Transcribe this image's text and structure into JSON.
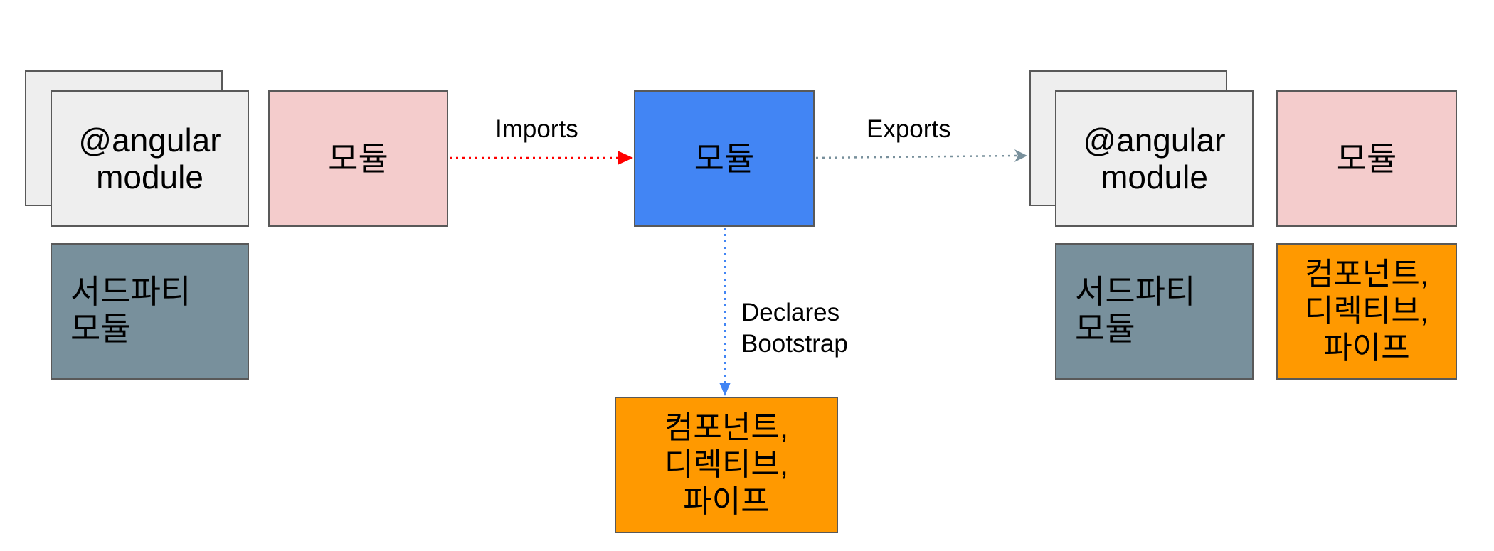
{
  "colors": {
    "angular_fill": "#eeeeee",
    "module_fill": "#f4cccc",
    "main_module_fill": "#4285f4",
    "third_party_fill": "#78909c",
    "component_fill": "#ff9900",
    "border": "#595959",
    "imports_arrow": "#ff0000",
    "exports_arrow": "#78909c",
    "declares_arrow": "#4285f4"
  },
  "diagram": {
    "left": {
      "angular_module": "@angular\nmodule",
      "third_party_module": "서드파티\n모듈",
      "module": "모듈"
    },
    "center": {
      "main_module": "모듈",
      "components": "컴포넌트,\n디렉티브,\n파이프"
    },
    "right": {
      "angular_module": "@angular\nmodule",
      "third_party_module": "서드파티\n모듈",
      "module": "모듈",
      "components": "컴포넌트,\n디렉티브,\n파이프"
    },
    "edges": {
      "imports": "Imports",
      "exports": "Exports",
      "declares": "Declares\nBootstrap"
    }
  }
}
